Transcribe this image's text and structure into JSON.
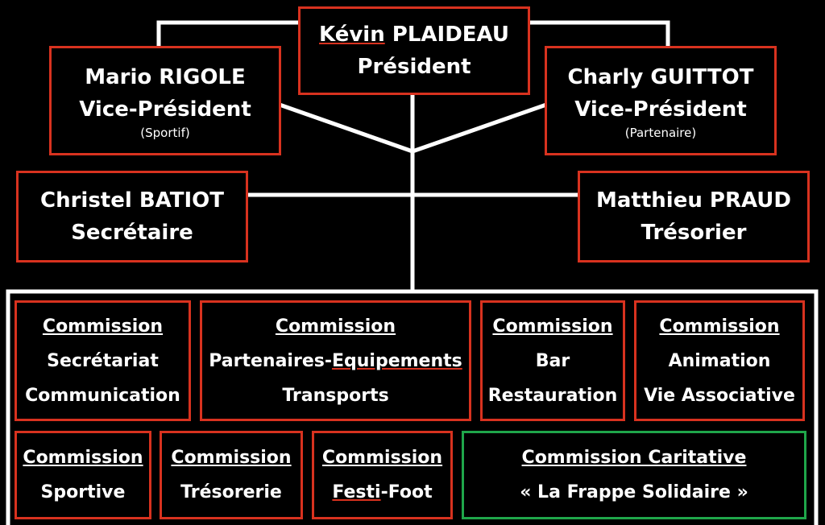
{
  "board": {
    "president": {
      "first_name": "Kévin",
      "last_name": "PLAIDEAU",
      "role": "Président"
    },
    "vp_sport": {
      "name": "Mario RIGOLE",
      "role": "Vice-Président",
      "note": "(Sportif)"
    },
    "vp_partner": {
      "name": "Charly GUITTOT",
      "role": "Vice-Président",
      "note": "(Partenaire)"
    },
    "secretary": {
      "name": "Christel BATIOT",
      "role": "Secrétaire"
    },
    "treasurer": {
      "name": "Matthieu PRAUD",
      "role": "Trésorier"
    }
  },
  "commissions": {
    "heading": "Commission",
    "secretariat": {
      "line1": "Secrétariat",
      "line2": "Communication"
    },
    "partners": {
      "line1a": "Partenaires-",
      "line1b": "Equipements",
      "line2": "Transports"
    },
    "bar": {
      "line1": "Bar",
      "line2": "Restauration"
    },
    "animation": {
      "line1": "Animation",
      "line2": "Vie Associative"
    },
    "sportive": {
      "line1": "Sportive"
    },
    "tresorerie": {
      "line1": "Trésorerie"
    },
    "festi": {
      "line1a": "Festi",
      "line1b": "-Foot"
    },
    "caritative": {
      "heading": "Commission Caritative",
      "line1": "« La Frappe Solidaire »"
    }
  }
}
